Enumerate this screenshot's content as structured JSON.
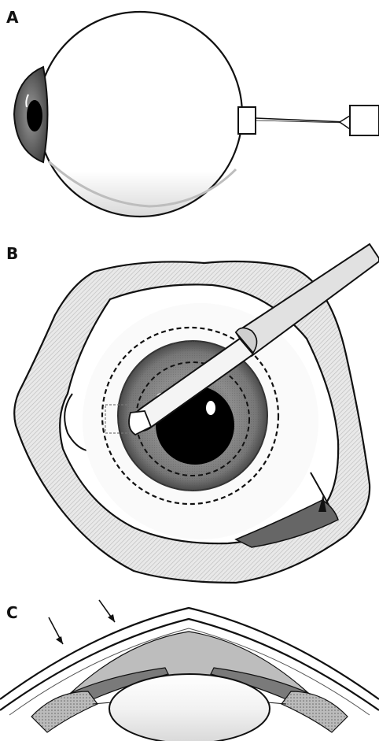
{
  "panels": [
    {
      "id": "A",
      "label": "A"
    },
    {
      "id": "B",
      "label": "B"
    },
    {
      "id": "C",
      "label": "C"
    }
  ],
  "colors": {
    "ink": "#111111",
    "iris_dark": "#6e6e6e",
    "iris_mid": "#8c8c8c",
    "iris_rim": "#444444",
    "light_gray": "#e6e6e6",
    "tissue_hatch": "#cfcfcf",
    "lens_gray": "#c8c8c8",
    "pupil": "#000000",
    "paper": "#ffffff"
  },
  "icons": [
    "eye-lateral-view",
    "syringe-icon",
    "surgical-probe",
    "arrow-icon"
  ]
}
